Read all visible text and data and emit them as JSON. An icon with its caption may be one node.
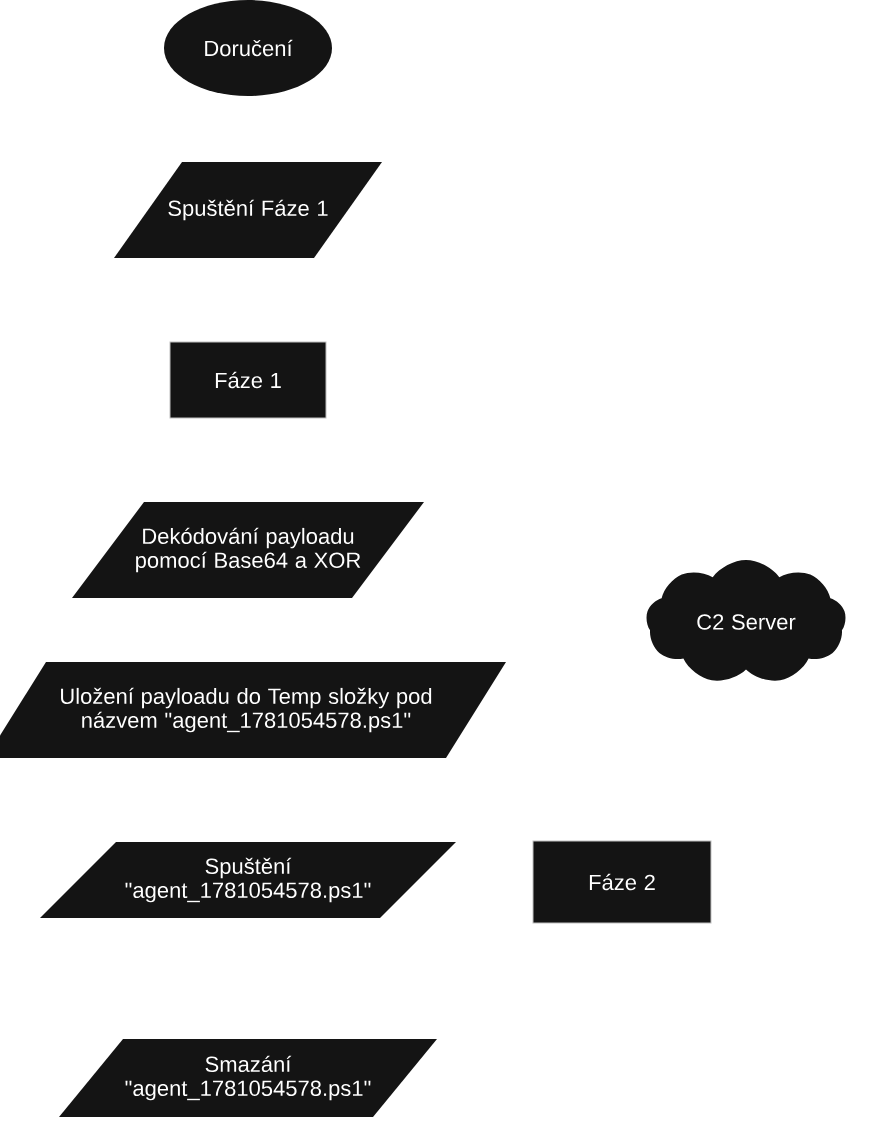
{
  "diagram": {
    "nodes": [
      {
        "text": [
          "Doručení"
        ]
      },
      {
        "text": [
          "Spuštění Fáze 1"
        ]
      },
      {
        "text": [
          "Fáze 1"
        ]
      },
      {
        "text": [
          "Dekódování payloadu pomocí Base64 a XOR"
        ]
      },
      {
        "text": [
          "Uložení payloadu do Temp složky pod názvem \"agent_1781054578.ps1\""
        ]
      },
      {
        "text": [
          "C2 Server"
        ]
      },
      {
        "text": [
          "Spuštění \"agent_1781054578.ps1\""
        ]
      },
      {
        "text": [
          "Fáze 2"
        ]
      },
      {
        "text": [
          "Smazání \"agent_1781054578.ps1\""
        ]
      }
    ]
  }
}
